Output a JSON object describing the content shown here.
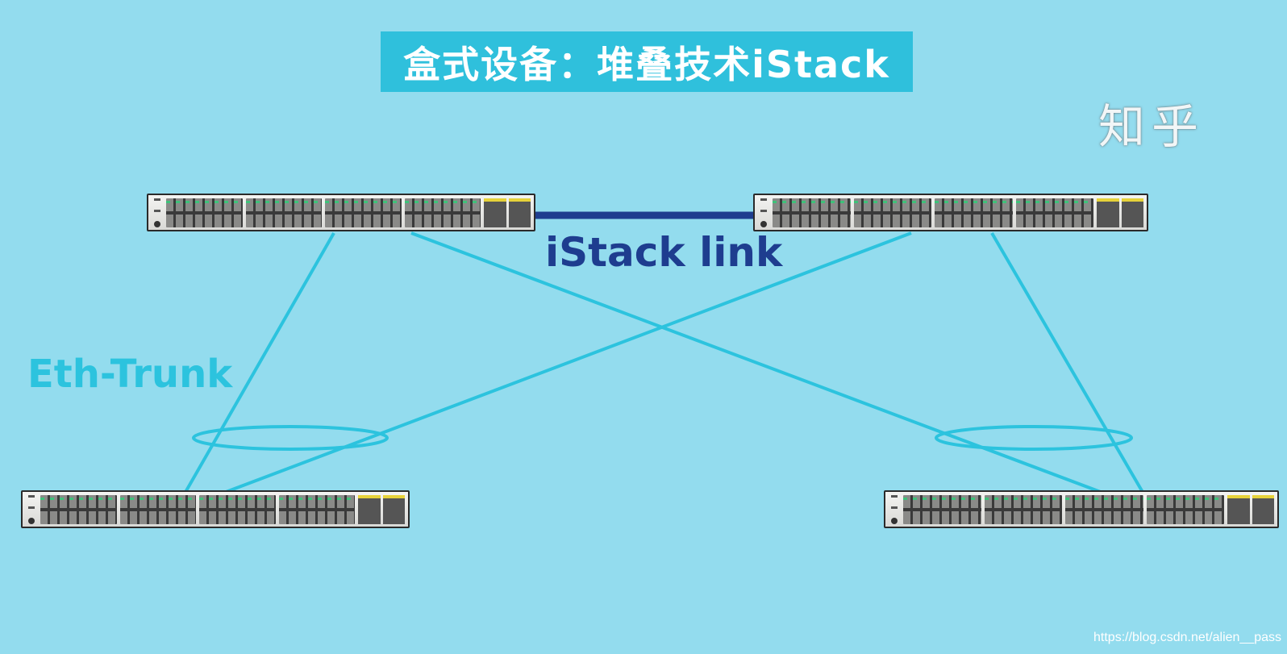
{
  "title": "盒式设备：堆叠技术iStack",
  "watermark": "知乎",
  "labels": {
    "istack_link": "iStack link",
    "eth_trunk": "Eth-Trunk"
  },
  "source_text": "https://blog.csdn.net/alien__pass",
  "colors": {
    "background": "#93dcee",
    "title_bg": "#2fc0dc",
    "istack_link": "#1e3d8f",
    "eth_trunk": "#2cc3de"
  },
  "nodes": [
    {
      "id": "top-left-switch",
      "role": "stack-member"
    },
    {
      "id": "top-right-switch",
      "role": "stack-member"
    },
    {
      "id": "bottom-left-switch",
      "role": "access"
    },
    {
      "id": "bottom-right-switch",
      "role": "access"
    }
  ],
  "edges": [
    {
      "from": "top-left-switch",
      "to": "top-right-switch",
      "type": "istack-link"
    },
    {
      "from": "top-left-switch",
      "to": "bottom-left-switch",
      "type": "eth-trunk-member"
    },
    {
      "from": "top-right-switch",
      "to": "bottom-left-switch",
      "type": "eth-trunk-member"
    },
    {
      "from": "top-left-switch",
      "to": "bottom-right-switch",
      "type": "eth-trunk-member"
    },
    {
      "from": "top-right-switch",
      "to": "bottom-right-switch",
      "type": "eth-trunk-member"
    }
  ],
  "icons": {
    "switch": "network-switch-icon",
    "bundle": "eth-trunk-ellipse"
  }
}
